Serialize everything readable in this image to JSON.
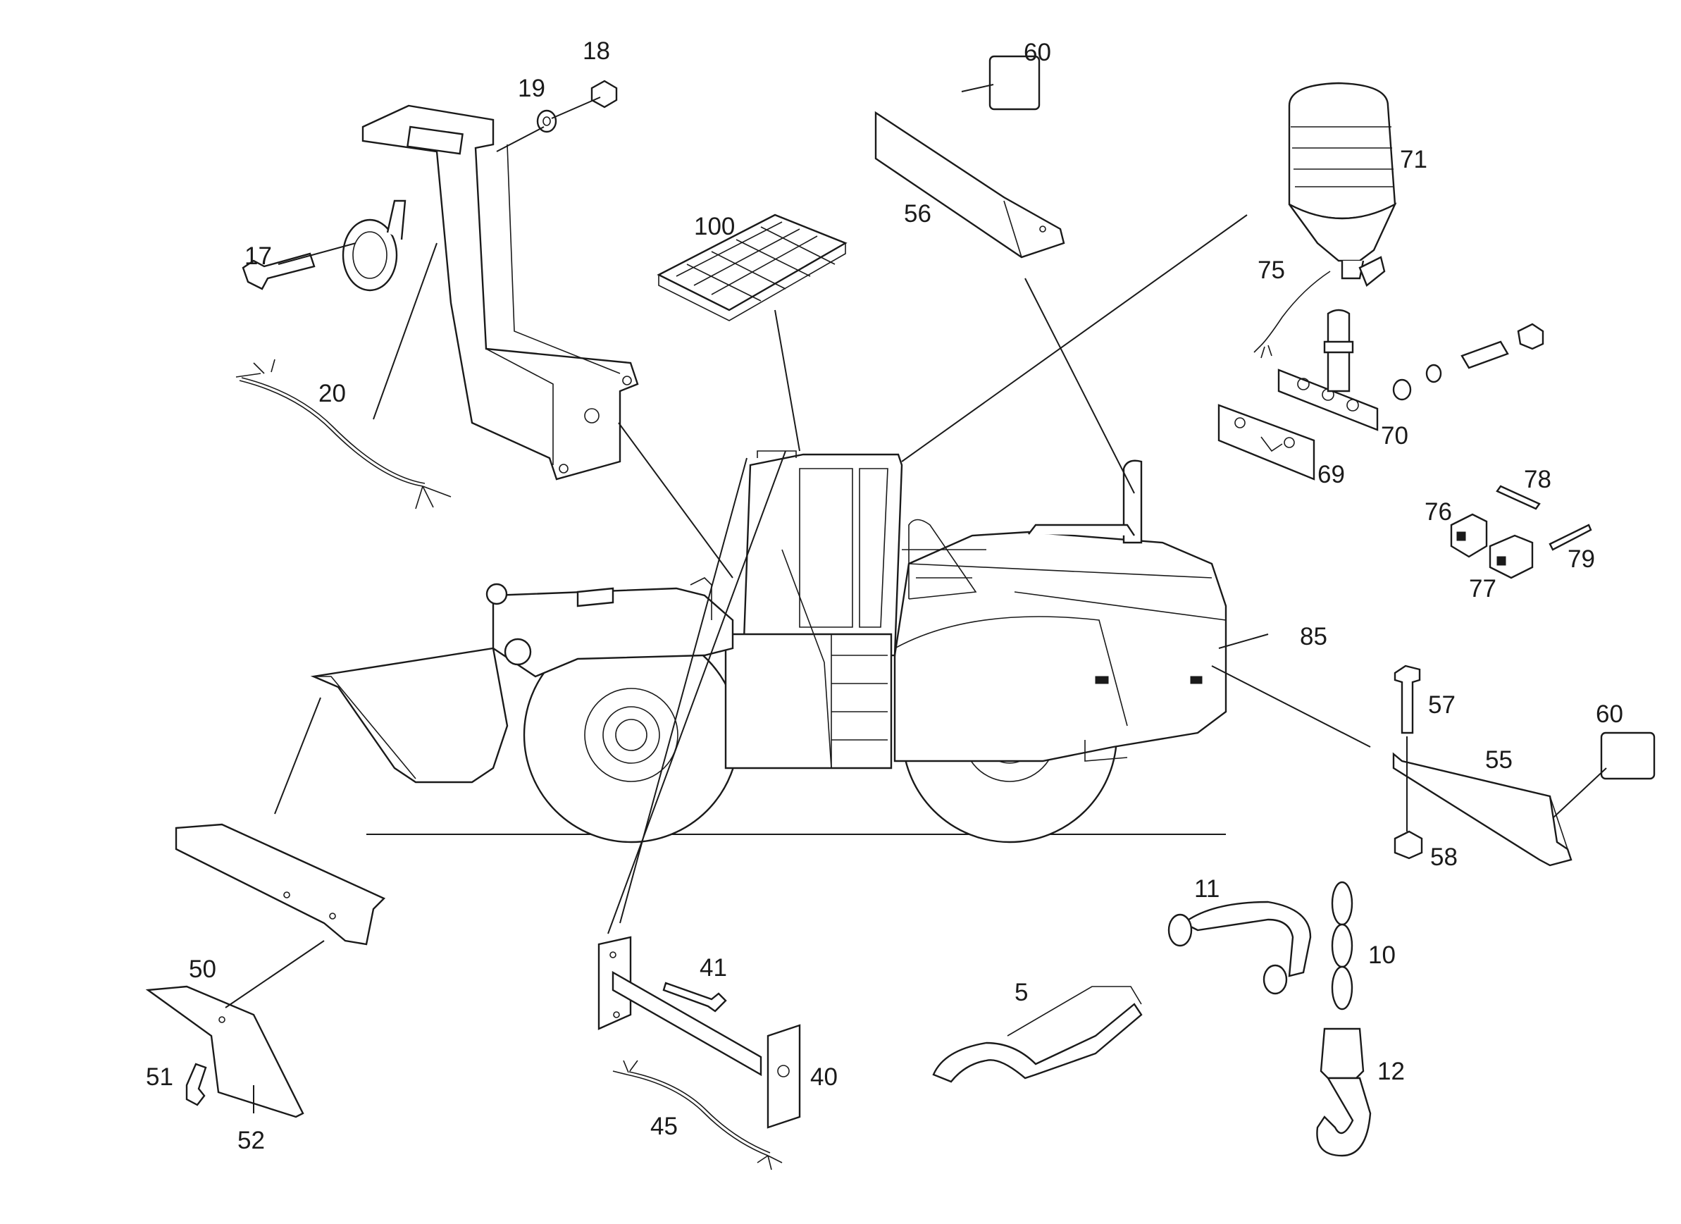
{
  "labels": {
    "n5": "5",
    "n10": "10",
    "n11": "11",
    "n12": "12",
    "n17": "17",
    "n18": "18",
    "n19": "19",
    "n20": "20",
    "n40": "40",
    "n41": "41",
    "n45": "45",
    "n50": "50",
    "n51": "51",
    "n52": "52",
    "n55": "55",
    "n56": "56",
    "n57": "57",
    "n58": "58",
    "n60a": "60",
    "n60b": "60",
    "n69": "69",
    "n70": "70",
    "n71": "71",
    "n75": "75",
    "n76": "76",
    "n77": "77",
    "n78": "78",
    "n79": "79",
    "n85": "85",
    "n100": "100"
  },
  "colors": {
    "ink": "#1a1a1a",
    "paper": "#ffffff"
  }
}
